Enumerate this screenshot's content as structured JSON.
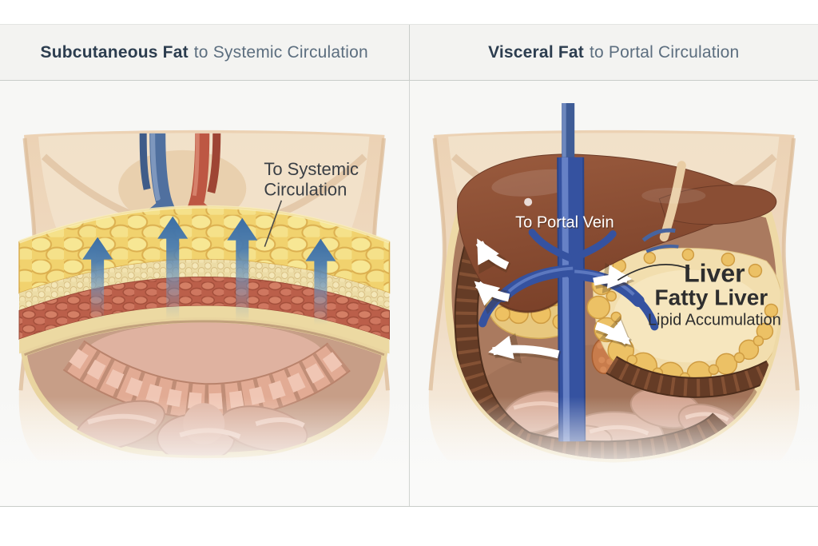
{
  "header": {
    "left": {
      "bold": "Subcutaneous Fat",
      "rest": "to Systemic Circulation"
    },
    "right": {
      "bold": "Visceral Fat",
      "rest": "to Portal Circulation"
    }
  },
  "left_panel": {
    "annotation_line1": "To Systemic",
    "annotation_line2": "Circulation",
    "flow_arrows": {
      "count": 4,
      "direction": "up",
      "color": "#3f6fa6"
    }
  },
  "right_panel": {
    "portal_vein_label": "To Portal Vein",
    "liver_label": "Liver",
    "fatty_liver_label": "Fatty Liver",
    "lipid_label": "Lipid Accumulation",
    "flow_arrows": {
      "count": 5,
      "color": "#ffffff"
    }
  },
  "colors": {
    "header_bg": "#f3f3f1",
    "header_bold": "#2c3d4f",
    "header_light": "#5c6e7f",
    "panel_bg": "#f7f7f5",
    "divider": "#c9cdc9",
    "arrow_blue": "#3f6fa6",
    "annotation_dark": "#3a3f45",
    "annotation_white": "#ffffff"
  }
}
